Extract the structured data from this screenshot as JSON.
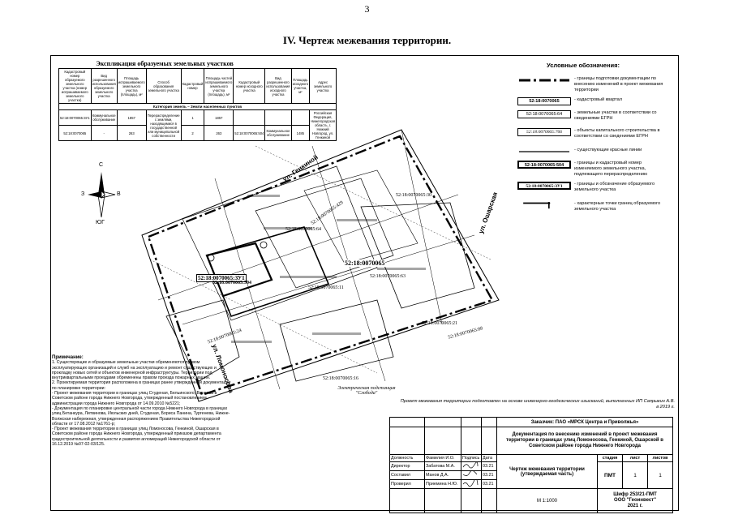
{
  "page": {
    "number": "3",
    "title": "IV.  Чертеж межевания территории."
  },
  "explication": {
    "title": "Экспликация образуемых земельных участков",
    "headers": [
      "Кадастровый номер образуемого земельного участка (номер испрашиваемого земельного участка)",
      "Вид разрешенного использования образуемого земельного участка",
      "Площадь испрашиваемого земельного участка (площадь), м²",
      "Способ образования земельного участка",
      "Кадастровый номер",
      "Площадь частей испрашиваемого земельного участка (площадь), м²",
      "Кадастровый номер исходного участка",
      "Вид разрешенного использования исходного участка",
      "Площадь исходного участка, м²",
      "Адрес земельного участка"
    ],
    "category": "Категория земель – Земли населенных пунктов",
    "rows": [
      {
        "num": "52:18:0070065:ЗУ1",
        "use": "Коммунальное обслуживание",
        "area": "1857",
        "method": "Перераспределение с землями, находящимися в государственной или муниципальной собственности",
        "point": "1",
        "part_area": "1857",
        "src": "",
        "src_use": "",
        "src_area": "",
        "address": "Российская Федерация, Нижегородская область, г. Нижний Новгород, ул. Генкиной"
      },
      {
        "num": "52:18:0070065",
        "use": "-",
        "area": "263",
        "method": "",
        "point": "2",
        "part_area": "263",
        "src": "52:18:0070065:504",
        "src_use": "Коммунальное обслуживание",
        "src_area": "1485",
        "address": ""
      }
    ]
  },
  "legend": {
    "title": "Условные обозначения:",
    "items": [
      {
        "sym": "",
        "text": "- границы подготовки документации по внесению изменений в проект межевания территории"
      },
      {
        "sym": "52:18:0070065",
        "text": "- кадастровый квартал"
      },
      {
        "sym": "52:18:0070065:64",
        "text": "- земельные участки в соответствии со сведениями ЕГРН"
      },
      {
        "sym": "52:18:0070065:706",
        "text": "- объекты капитального строительства в соответствии со сведениями ЕГРН"
      },
      {
        "sym": "",
        "text": "- существующие красные линии"
      },
      {
        "sym": "52:18:0070065:504",
        "text": "- границы и кадастровый номер изменяемого земельного участка, подлежащего перераспределению"
      },
      {
        "sym": "52:18:0070065:ЗУ1",
        "text": "- границы и обозначение образуемого земельного участка"
      },
      {
        "sym": "",
        "text": "- характерные точки границ образуемого земельного участка"
      }
    ]
  },
  "compass": {
    "n": "С",
    "s": "ЮГ",
    "w": "З",
    "e": "В"
  },
  "map": {
    "street_genkina": "ул. Генкиной",
    "street_oshar": "ул. Ошарская",
    "street_lomon": "ул. Ломоносова",
    "kv_main": "52:18:0070065",
    "zu1": "52:18:0070065:ЗУ1",
    "p504": "52:18:0070065:504",
    "p64": "52:18:0070065:64",
    "p63": "52:18:0070065:63",
    "p429": "52:18:0070065:429",
    "p30": "52:18:0070065:30",
    "p11": "52:18:0070065:11",
    "p16": "52:18:0070065:16",
    "p21": "52:18:0070065:21",
    "p88": "52:18:0070065:88",
    "p24": "52:18:0070065:24",
    "substation": "Электрическая подстанция \"Слобода\""
  },
  "notes": {
    "title": "Примечание:",
    "items": [
      "1.  Существующие и образуемые земельные участки обременяются правом эксплуатирующих организаций и служб на эксплуатацию и ремонт существующих и прокладку новых сетей и объектов инженерной инфраструктуры. Территории под внутриквартальными проездами обременены правом проезда пожарных машин.",
      "2.  Проектируемая территория расположена в границах ранее утвержденной документации по планировке территории:",
      "- Проект межевания территории в границах улиц Студеная, Бельинского, Ванеева в Советском районе города Нижнего Новгорода, утвержденный постановлением администрации города Нижнего Новгорода от 14.09.2010 №5221;",
      "- Документация по планировке центральной части города Нижнего Новгорода в границах улиц Бетанкура, Литвинова, Июльских дней, Студеная, Бориса Панина, Тургенева, Нижне-Волжская набережная, утвержденная распоряжением Правительства Нижегородской области от 17.08.2012 №1761-р;",
      "- Проект межевания территории в границах улиц Ломоносова, Генкиной, Ошарская в Советском районе города Нижнего Новгорода, утвержденный приказом департамента градостроительной деятельности и развития агломераций Нижегородской области от 16.12.2019 №07-02-03/125."
    ]
  },
  "footnote": "Проект межевания территории подготовлен на основе инженерно-геодезических изысканий, выполненных ИП Сапрыкин А.В. в 2019 г.",
  "stamp": {
    "customer": "Заказчик: ПАО «МРСК Центра и Приволжья»",
    "doc": "Документация по внесению изменений в проект межевания территории в границах улиц Ломоносова, Генкиной, Ошарской в Советском районе города Нижнего Новгорода",
    "col_pos": "Должность",
    "col_name": "Фамилия И.О.",
    "col_sign": "Подпись",
    "col_date": "Дата",
    "r1_pos": "Директор",
    "r1_name": "Забатова М.А.",
    "r1_date": "03.21",
    "r2_pos": "Составил",
    "r2_name": "Манов Д.А.",
    "r2_date": "03.21",
    "r3_pos": "Проверил",
    "r3_name": "Приемина Н.Ю.",
    "r3_date": "03.21",
    "sheet_title": "Чертеж межевания территории (утверждаемая часть)",
    "stage_h": "стадия",
    "sheet_h": "лист",
    "sheets_h": "листов",
    "stage": "ПМТ",
    "sheet": "1",
    "sheets": "1",
    "scale": "М 1:1000",
    "cipher": "Шифр 253/21-ПМТ",
    "org": "ООО \"Геоинвест\"",
    "year": "2021 г."
  }
}
